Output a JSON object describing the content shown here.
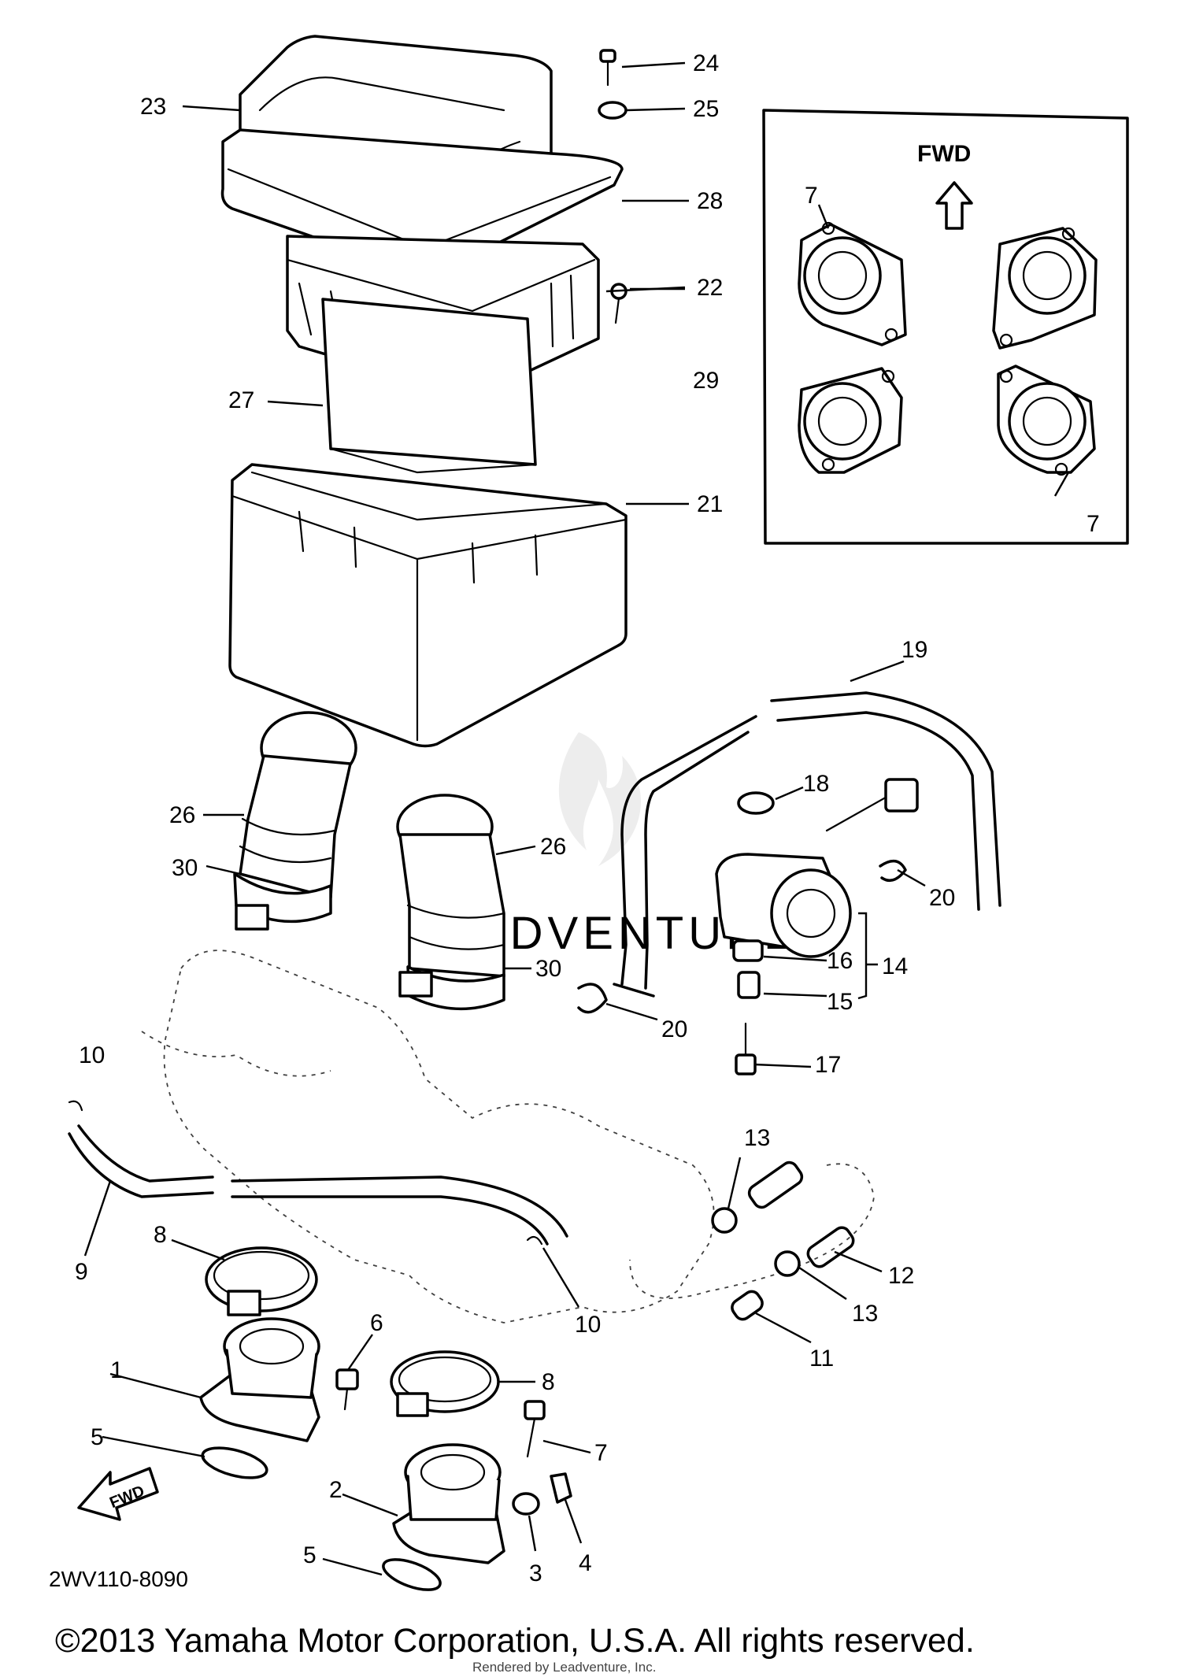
{
  "inset": {
    "fwd_label": "FWD"
  },
  "front_arrow_text": "FWD",
  "diagram_code": "2WV110-8090",
  "copyright": "©2013 Yamaha Motor Corporation, U.S.A. All rights reserved.",
  "rendered_by": "Rendered by Leadventure, Inc.",
  "watermark": "LEADVENTURE",
  "callouts": [
    {
      "id": "c24",
      "text": "24"
    },
    {
      "id": "c25",
      "text": "25"
    },
    {
      "id": "c23",
      "text": "23"
    },
    {
      "id": "c28",
      "text": "28"
    },
    {
      "id": "c22",
      "text": "22"
    },
    {
      "id": "c29",
      "text": "29"
    },
    {
      "id": "c27",
      "text": "27"
    },
    {
      "id": "c21",
      "text": "21"
    },
    {
      "id": "c7a",
      "text": "7"
    },
    {
      "id": "c7b",
      "text": "7"
    },
    {
      "id": "c19",
      "text": "19"
    },
    {
      "id": "c18",
      "text": "18"
    },
    {
      "id": "c26a",
      "text": "26"
    },
    {
      "id": "c30a",
      "text": "30"
    },
    {
      "id": "c26b",
      "text": "26"
    },
    {
      "id": "c30b",
      "text": "30"
    },
    {
      "id": "c20a",
      "text": "20"
    },
    {
      "id": "c16",
      "text": "16"
    },
    {
      "id": "c14",
      "text": "14"
    },
    {
      "id": "c15",
      "text": "15"
    },
    {
      "id": "c20b",
      "text": "20"
    },
    {
      "id": "c17",
      "text": "17"
    },
    {
      "id": "c10a",
      "text": "10"
    },
    {
      "id": "c13a",
      "text": "13"
    },
    {
      "id": "c12",
      "text": "12"
    },
    {
      "id": "c13b",
      "text": "13"
    },
    {
      "id": "c9",
      "text": "9"
    },
    {
      "id": "c8a",
      "text": "8"
    },
    {
      "id": "c10b",
      "text": "10"
    },
    {
      "id": "c11",
      "text": "11"
    },
    {
      "id": "c6",
      "text": "6"
    },
    {
      "id": "c1",
      "text": "1"
    },
    {
      "id": "c8b",
      "text": "8"
    },
    {
      "id": "c5a",
      "text": "5"
    },
    {
      "id": "c7c",
      "text": "7"
    },
    {
      "id": "c2",
      "text": "2"
    },
    {
      "id": "c3",
      "text": "3"
    },
    {
      "id": "c4",
      "text": "4"
    },
    {
      "id": "c5b",
      "text": "5"
    }
  ]
}
